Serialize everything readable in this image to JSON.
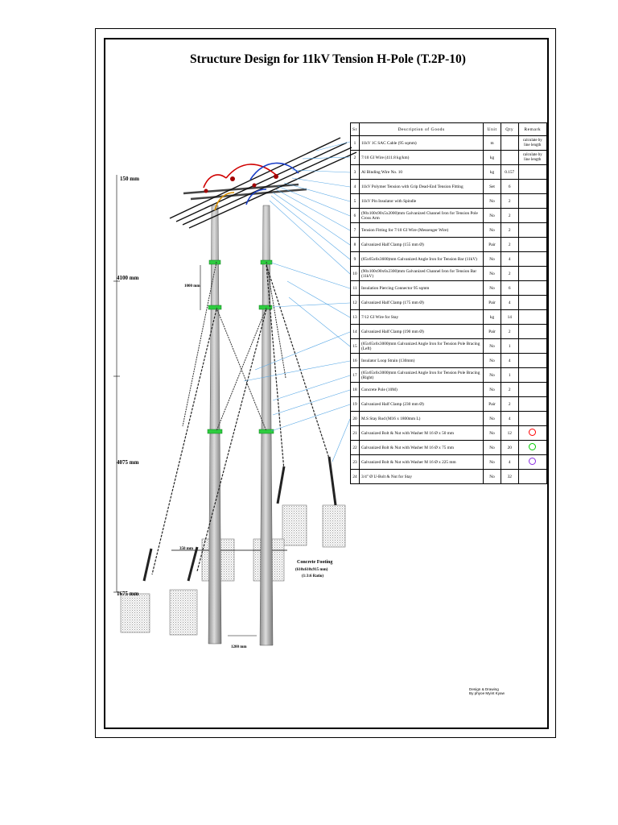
{
  "title": "Structure Design for 11kV Tension H-Pole (T.2P-10)",
  "dimensions": {
    "d150": "150 mm",
    "d4100": "4100 mm",
    "d1000": "1000 mm",
    "d4075": "4075 mm",
    "d1675": "1675 mm",
    "d350": "350 mm",
    "d1200": "1200 mm"
  },
  "footing": {
    "line1": "Concrete Footing",
    "line2": "(610x610x915 mm)",
    "line3": "(1:3:6 Ratio)"
  },
  "credit": {
    "line1": "Design & Drawing",
    "line2": "By phyoe Myint Kyaw"
  },
  "table": {
    "headers": {
      "sr": "Sr",
      "description": "Description of Goods",
      "unit": "Unit",
      "qty": "Qty",
      "remark": "Remark"
    },
    "rows": [
      {
        "sr": "1",
        "description": "11kV 1C SAC Cable (95 sqmm)",
        "unit": "m",
        "qty": "",
        "remark": "calculate by line length",
        "ring_color": ""
      },
      {
        "sr": "2",
        "description": "7/10 GI Wire (411.8 kg/km)",
        "unit": "kg",
        "qty": "",
        "remark": "calculate by line length",
        "ring_color": ""
      },
      {
        "sr": "3",
        "description": "Al Binding Wire No. 10",
        "unit": "kg",
        "qty": "0.157",
        "remark": "",
        "ring_color": ""
      },
      {
        "sr": "4",
        "description": "11kV Polymer Tension with Grip Dead-End Tension Fitting",
        "unit": "Set",
        "qty": "6",
        "remark": "",
        "ring_color": ""
      },
      {
        "sr": "5",
        "description": "11kV Pin Insulator with Spindle",
        "unit": "No",
        "qty": "2",
        "remark": "",
        "ring_color": ""
      },
      {
        "sr": "6",
        "description": "(90x100x90x5x2000)mm Galvanized Channel Iron for Tension Pole Cross Arm",
        "unit": "No",
        "qty": "2",
        "remark": "",
        "ring_color": ""
      },
      {
        "sr": "7",
        "description": "Tension Fitting for 7/10 GI Wire (Messenger Wire)",
        "unit": "No",
        "qty": "2",
        "remark": "",
        "ring_color": ""
      },
      {
        "sr": "8",
        "description": "Galvanized Half Clamp (155 mm Ø)",
        "unit": "Pair",
        "qty": "2",
        "remark": "",
        "ring_color": ""
      },
      {
        "sr": "9",
        "description": "(65x65x6x3600)mm Galvanized Angle Iron for Tension Bar (11kV)",
        "unit": "No",
        "qty": "4",
        "remark": "",
        "ring_color": ""
      },
      {
        "sr": "10",
        "description": "(90x100x90x6x2300)mm Galvanized Channel Iron for Tension Bar (11kV)",
        "unit": "No",
        "qty": "2",
        "remark": "",
        "ring_color": ""
      },
      {
        "sr": "11",
        "description": "Insulation Piercing Connector 95 sqmm",
        "unit": "No",
        "qty": "6",
        "remark": "",
        "ring_color": ""
      },
      {
        "sr": "12",
        "description": "Galvanized Half Clamp (175 mm Ø)",
        "unit": "Pair",
        "qty": "4",
        "remark": "",
        "ring_color": ""
      },
      {
        "sr": "13",
        "description": "7/12 GI Wire for Stay",
        "unit": "kg",
        "qty": "14",
        "remark": "",
        "ring_color": ""
      },
      {
        "sr": "14",
        "description": "Galvanized Half Clamp (190 mm Ø)",
        "unit": "Pair",
        "qty": "2",
        "remark": "",
        "ring_color": ""
      },
      {
        "sr": "15",
        "description": "(65x65x6x3000)mm Galvanized Angle Iron for Tension Pole Bracing (Left)",
        "unit": "No",
        "qty": "1",
        "remark": "",
        "ring_color": ""
      },
      {
        "sr": "16",
        "description": "Insulator Loop Strain (130mm)",
        "unit": "No",
        "qty": "4",
        "remark": "",
        "ring_color": ""
      },
      {
        "sr": "17",
        "description": "(65x65x6x3000)mm Galvanized Angle Iron for Tension Pole Bracing (Right)",
        "unit": "No",
        "qty": "1",
        "remark": "",
        "ring_color": ""
      },
      {
        "sr": "18",
        "description": "Concrete Pole (10M)",
        "unit": "No",
        "qty": "2",
        "remark": "",
        "ring_color": ""
      },
      {
        "sr": "19",
        "description": "Galvanized Half Clamp (230 mm Ø)",
        "unit": "Pair",
        "qty": "2",
        "remark": "",
        "ring_color": ""
      },
      {
        "sr": "20",
        "description": "M.S Stay Rod (M16 x 1800mm L)",
        "unit": "No",
        "qty": "4",
        "remark": "",
        "ring_color": ""
      },
      {
        "sr": "21",
        "description": "Galvanized Bolt & Nut with Washer M 16 Ø x 50 mm",
        "unit": "No",
        "qty": "12",
        "remark": "",
        "ring_color": "#ff0000"
      },
      {
        "sr": "22",
        "description": "Galvanized Bolt & Nut with Washer M 16 Ø x 75 mm",
        "unit": "No",
        "qty": "20",
        "remark": "",
        "ring_color": "#00cc00"
      },
      {
        "sr": "23",
        "description": "Galvanized Bolt & Nut with Washer M 16 Ø x 225 mm",
        "unit": "No",
        "qty": "4",
        "remark": "",
        "ring_color": "#8a2be2"
      },
      {
        "sr": "24",
        "description": "3/4\" Ø U-Bolt & Nut for Stay",
        "unit": "No",
        "qty": "32",
        "remark": "",
        "ring_color": ""
      }
    ]
  }
}
